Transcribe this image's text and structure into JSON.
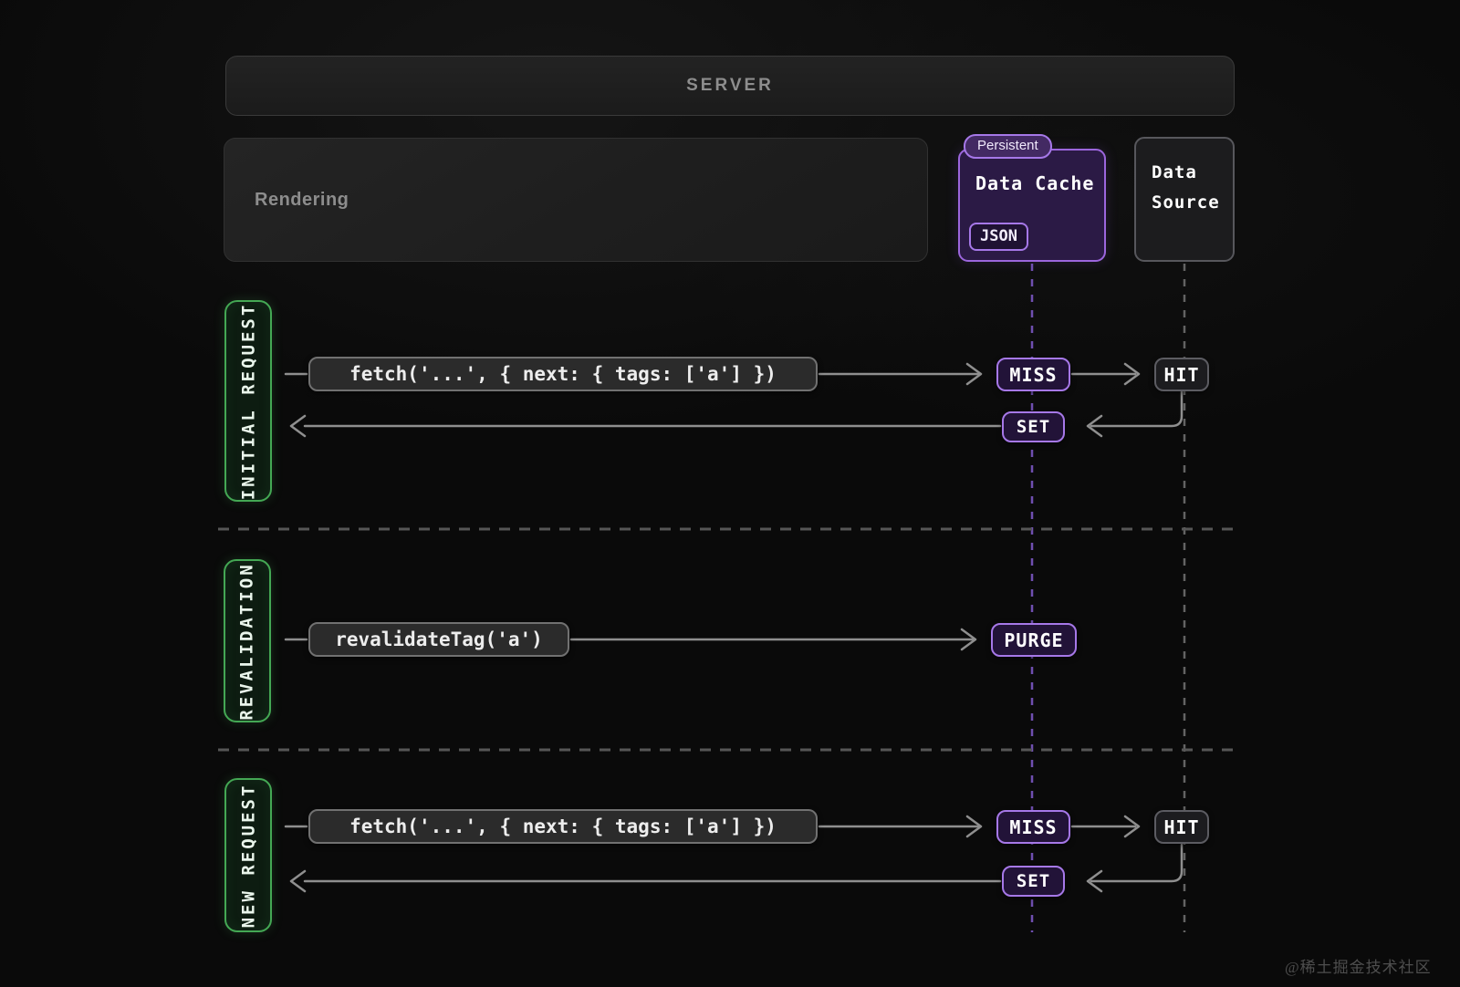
{
  "title_bar": {
    "label": "SERVER"
  },
  "components": {
    "rendering": {
      "label": "Rendering"
    },
    "data_cache": {
      "badge": "Persistent",
      "title": "Data Cache",
      "chip": "JSON"
    },
    "data_source": {
      "title": "Data Source"
    }
  },
  "lanes": {
    "initial_request": {
      "label": "INITIAL REQUEST",
      "request": "fetch('...', { next: { tags: ['a'] })",
      "cache_result": "MISS",
      "source_result": "HIT",
      "writeback": "SET"
    },
    "revalidation": {
      "label": "REVALIDATION",
      "request": "revalidateTag('a')",
      "cache_result": "PURGE"
    },
    "new_request": {
      "label": "NEW REQUEST",
      "request": "fetch('...', { next: { tags: ['a'] })",
      "cache_result": "MISS",
      "source_result": "HIT",
      "writeback": "SET"
    }
  },
  "colors": {
    "purple_accent": "#a678e8",
    "green_accent": "#44a854",
    "connector_gray": "#8f8f8f"
  },
  "watermark": "@稀土掘金技术社区"
}
